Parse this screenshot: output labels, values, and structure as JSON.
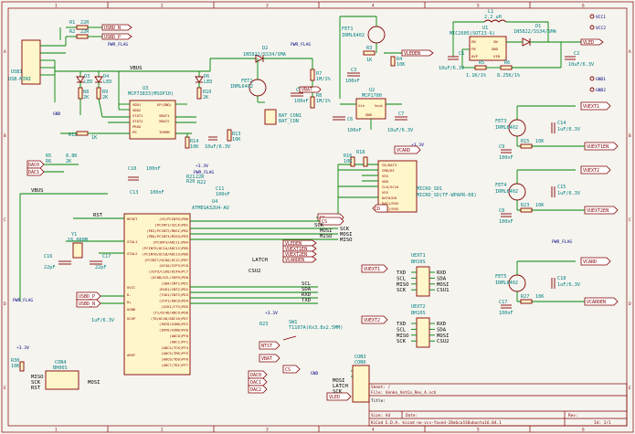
{
  "frame": {
    "col_numbers": [
      "1",
      "2",
      "3",
      "4",
      "5",
      "6"
    ],
    "row_letters": [
      "A",
      "B",
      "C",
      "D",
      "E"
    ]
  },
  "usb_connector": {
    "ref": "USB1",
    "value": "USB-MINI"
  },
  "usb_r1": {
    "ref": "R1",
    "value": "22R"
  },
  "usb_r2": {
    "ref": "R2",
    "value": "22R"
  },
  "usb_nets": [
    "USBD_N",
    "USBD_P"
  ],
  "charger": {
    "ref": "U3",
    "value": "MCP73833(MSOP10)",
    "pins_left": [
      "VDD1",
      "VDD2",
      "STAT1",
      "STAT2",
      "PROG",
      "PG"
    ],
    "pins_right": [
      "EP(GND)",
      "VBAT1",
      "VBAT2",
      "THERM"
    ]
  },
  "leds": [
    {
      "ref": "D3",
      "value": "LED"
    },
    {
      "ref": "D4",
      "value": "LED"
    },
    {
      "ref": "D5",
      "value": "LED"
    },
    {
      "ref": "D6",
      "value": "LED"
    }
  ],
  "charger_resistors": [
    {
      "ref": "R8",
      "value": "2K"
    },
    {
      "ref": "R9",
      "value": "2K"
    },
    {
      "ref": "R10",
      "value": "2K"
    },
    {
      "ref": "R12",
      "value": "1K"
    },
    {
      "ref": "R14",
      "value": "10K"
    },
    {
      "ref": "R13",
      "value": "10K"
    }
  ],
  "diode": {
    "ref": "D2",
    "value": "1N5822/SS34/SMA"
  },
  "fet2": {
    "ref": "FET2",
    "value": "IRML6402"
  },
  "battery": {
    "ref": "X1",
    "labels": [
      "BAT_CON1",
      "BAT_CON"
    ]
  },
  "divider": [
    {
      "ref": "R7",
      "value": "1M/1%"
    },
    {
      "ref": "R8",
      "value": "1M/1%"
    }
  ],
  "c4": {
    "ref": "C4",
    "value": "100nF"
  },
  "vbat_label": "VBAT",
  "fet1": {
    "ref": "FET1",
    "value": "IRML6402"
  },
  "r3": {
    "ref": "R3",
    "value": "1K"
  },
  "r4": {
    "ref": "R4",
    "value": "10K"
  },
  "c3": {
    "ref": "C3",
    "value": "100nF"
  },
  "vleden": "VLEDEN",
  "regulator": {
    "ref": "U2",
    "value": "MCP1700",
    "pins": [
      "Vin",
      "Vout",
      "GND"
    ]
  },
  "c6": {
    "ref": "C6",
    "value": "100nF"
  },
  "c7": {
    "ref": "C7",
    "value": "10uF/6.3V"
  },
  "v33": "+3.3V",
  "boost": {
    "ref": "U1",
    "value": "MIC2605(SOT23-6)",
    "pins": [
      "EN",
      "FB",
      "OVP",
      "SW",
      "GND",
      "VIN"
    ]
  },
  "inductor": {
    "ref": "L1",
    "value": "2.2 uH"
  },
  "d1": {
    "ref": "D1",
    "value": "1N5822/SS34/SMA"
  },
  "boost_parts": [
    {
      "ref": "R5",
      "value": "1.1K/1%"
    },
    {
      "ref": "R6",
      "value": "8.25K/1%"
    },
    {
      "ref": "C1",
      "value": "10uF/6.3V"
    },
    {
      "ref": "C2",
      "value": "10uF/6.3V"
    }
  ],
  "vcc_labels": [
    "VCC1",
    "VCC2"
  ],
  "gnd_labels": [
    "GND1",
    "GND2"
  ],
  "vled": "VLED",
  "sd": {
    "ref": "MICRO_SD1",
    "value": "MICRO_SD(TF-WPAPR-08)",
    "pins": [
      "CD/DAT3",
      "CMD/DI",
      "VSS",
      "VDD",
      "CLK/SCLK",
      "VSS",
      "DAT0/DO",
      "DAT1/RSV",
      "DAT2/RSV"
    ]
  },
  "sd_parts": [
    {
      "ref": "R16",
      "value": "10K"
    },
    {
      "ref": "R18",
      "value": "10K"
    },
    {
      "ref": "LED4",
      "value": ""
    },
    {
      "ref": "R19",
      "value": ""
    }
  ],
  "sd_nets": [
    "CS",
    "SCK",
    "MOSI",
    "MISO",
    "VCARD",
    "CD"
  ],
  "mcu": {
    "ref": "U4",
    "value": "ATMEGA32U4-AU",
    "left_pins": [
      "RESET",
      "XTAL1",
      "XTAL2",
      "UVCC",
      "D-",
      "D+",
      "UGND",
      "UCAP",
      "AREF"
    ],
    "right_pins": [
      "(SS/PCINT0)PB0",
      "(PCINT1/SCLK)PB1",
      "(PDI/PCINT2/MOSI)PB2",
      "(PDO/PCINT3/MISO)PB3",
      "(PCINT4/ADC11)PB4",
      "(PCINT5/OC1A/ADC12)PB5",
      "(PCINT6/OC1B/ADC13)PB6",
      "(PCINT7/OC0A/OC1C)PB7",
      "(OC3A/ICP3)PC6",
      "(ICP3/CLKO/OC4A)PC7",
      "(OC0B/SCL/INT0)PD0",
      "(SDA/INT1)PD1",
      "(RXD1/INT2)PD2",
      "(TXD1/INT3)PD3",
      "(ICP1/ADC8)PD4",
      "(XCK1/CTS)PD5",
      "(T1/OC4D/ADC9)PD6",
      "(T0/OC4D/ADC10)PD7",
      "(INT6/AIN0)PE2",
      "(INT6/AIN0)PE6",
      "(ADC0)PF0",
      "(ADC1)PF1",
      "(ADC4/TCK)PF4",
      "(ADC5/TMS)PF5",
      "(ADC6/TDO)PF6",
      "(ADC7/TDI)PF7"
    ]
  },
  "crystal": {
    "ref": "Y1",
    "value": "16.000M"
  },
  "xtal_caps": [
    {
      "ref": "C16",
      "value": "22pF"
    },
    {
      "ref": "C17",
      "value": "22pF"
    }
  ],
  "mcu_caps": [
    {
      "ref": "C10",
      "value": "100nF"
    },
    {
      "ref": "C13",
      "value": "100nF"
    },
    {
      "ref": "C11",
      "value": "100nF"
    },
    {
      "ref": "C12",
      "value": "1uF/6.3V"
    }
  ],
  "r20": {
    "ref": "R20",
    "value": "10K"
  },
  "r21": {
    "ref": "R21",
    "value": "22R"
  },
  "r22": {
    "ref": "R22",
    "value": "1K"
  },
  "dac": {
    "labels": [
      "DAC0",
      "DAC1"
    ],
    "r_refs": [
      "R5",
      "R6"
    ],
    "r_values": [
      "8.8K",
      "2K"
    ]
  },
  "switch": {
    "ref": "SW1",
    "value": "T1107A(6x3.8x2.5MM)"
  },
  "r23": {
    "ref": "R23",
    "value": "100R"
  },
  "mcu_nets": {
    "rst": "RST",
    "vbus": "VBUS",
    "sck": "SCK",
    "mosi": "MOSI",
    "miso": "MISO",
    "scl": "SCL",
    "sda": "SDA",
    "rxd": "RXD",
    "txd": "TXD",
    "csu2": "CSU2",
    "latch": "LATCH",
    "vledeN": "VLEDEN",
    "vuext1en": "VUEXT1EN",
    "vuext2en": "VUEXT2EN",
    "vcarden": "VCARDEN",
    "vbat": "VBAT",
    "cs": "CS",
    "ntst": "NTST",
    "dac0": "DAC0",
    "dac1": "DAC1",
    "dac2": "DAC2",
    "usbd_p": "USBD_P",
    "usbd_n": "USBD_N"
  },
  "ext_fets": [
    {
      "ref": "FET3",
      "value": "IRML6402",
      "net": "VUEXT1",
      "en": "VUEXT1EN",
      "c": "C14",
      "cval": "1uF/6.3V",
      "rref": "R15",
      "rval": "10K",
      "c2": "C9",
      "c2val": "100nF"
    },
    {
      "ref": "FET4",
      "value": "IRML6402",
      "net": "VUEXT2",
      "en": "VUEXT2EN",
      "c": "C15",
      "cval": "1uF/6.3V",
      "rref": "R23",
      "rval": "10K",
      "c2": "C8",
      "c2val": "100nF"
    },
    {
      "ref": "FET5",
      "value": "IRML6402",
      "net": "VCARD",
      "en": "VCARDEN",
      "c": "C18",
      "cval": "1uF/6.3V",
      "rref": "R27",
      "rval": "10K",
      "c2": "C17",
      "c2val": "100nF"
    }
  ],
  "uext1": {
    "ref": "UEXT1",
    "value": "BH10S",
    "vnet": "VUEXT1",
    "rows": [
      [
        "TXD",
        "RXD"
      ],
      [
        "SCL",
        "SDA"
      ],
      [
        "MISO",
        "MOSI"
      ],
      [
        "SCK",
        "CSU1"
      ]
    ]
  },
  "uext2": {
    "ref": "UEXT2",
    "value": "BH10S",
    "vnet": "VUEXT2",
    "rows": [
      [
        "TXD",
        "RXD"
      ],
      [
        "SCL",
        "SDA"
      ],
      [
        "MISO",
        "MOSI"
      ],
      [
        "SCK",
        "CSU2"
      ]
    ]
  },
  "con4": {
    "ref": "CON4",
    "value": "BH06S",
    "rows": [
      "MISO",
      "SCK",
      "RST"
    ],
    "right": [
      "MOSI"
    ]
  },
  "r30": {
    "ref": "R30",
    "value": "10K"
  },
  "con3": {
    "ref": "CON3",
    "value": "CON6",
    "pins": [
      "MOSI",
      "LATCH",
      "SCK",
      "VLED"
    ]
  },
  "pwr_flags": [
    "PWR_FLAG",
    "PWR_FLAG",
    "PWR_FLAG",
    "PWR_FLAG",
    "PWR_FLAG"
  ],
  "misc": {
    "gnd": "GND",
    "vbus": "VBUS",
    "v33": "+3.3V"
  },
  "title_block": {
    "sheet_label": "Sheet: /",
    "file_label": "File: Venko_VetCo_Rev_A.sch",
    "title_label": "Title:",
    "size_label": "Size: A4",
    "date_label": "Date:",
    "rev_label": "Rev:",
    "kicad_label": "KiCad E.D.A.  kicad no-vcs-found-28a6ca1S8ubuntu16.04.1",
    "id_label": "Id: 1/1"
  }
}
